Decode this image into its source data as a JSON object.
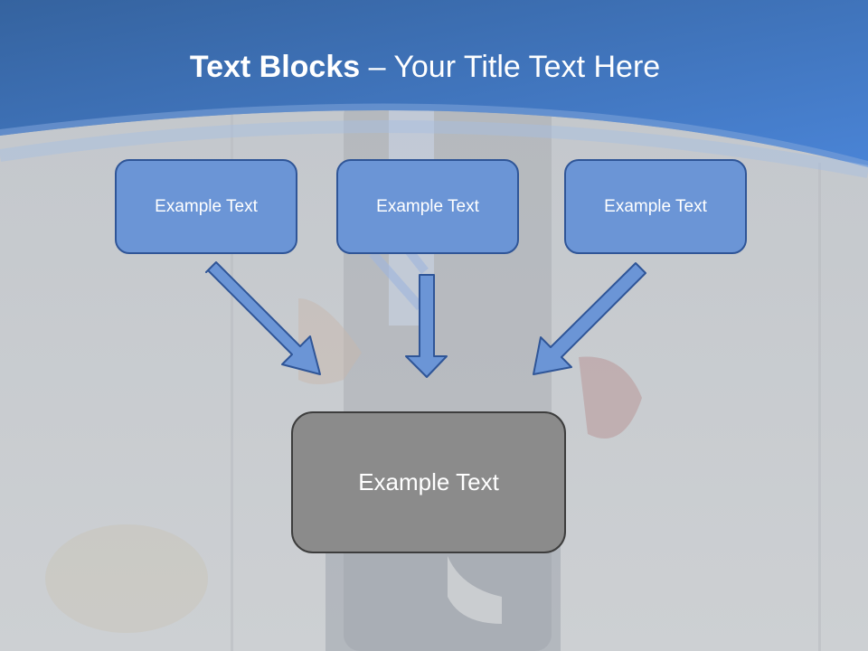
{
  "slide": {
    "title_bold": "Text Blocks",
    "title_dash": " – ",
    "title_rest": "Your Title Text Here"
  },
  "blocks": {
    "left": "Example Text",
    "center": "Example Text",
    "right": "Example Text",
    "bottom": "Example Text"
  },
  "colors": {
    "header_blue": "#3f74c6",
    "box_blue": "#6b95d6",
    "box_border": "#2f5597",
    "bottom_box": "#8b8b8b"
  }
}
